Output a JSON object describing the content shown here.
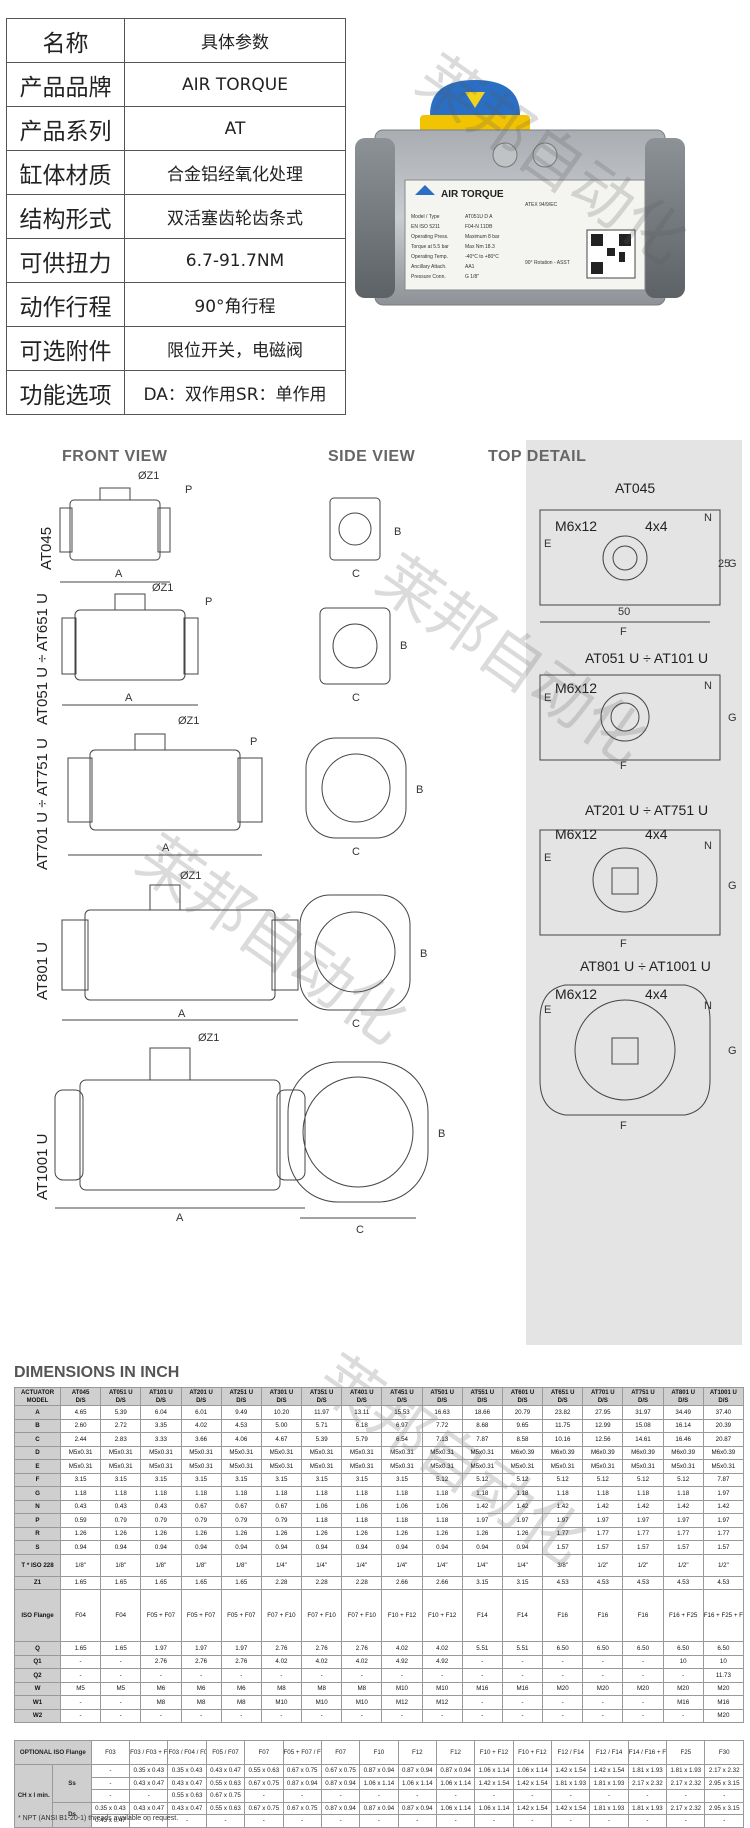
{
  "spec": {
    "rows": [
      {
        "k": "名称",
        "v": "具体参数"
      },
      {
        "k": "产品品牌",
        "v": "AIR TORQUE"
      },
      {
        "k": "产品系列",
        "v": "AT"
      },
      {
        "k": "缸体材质",
        "v": "合金铝经氧化处理"
      },
      {
        "k": "结构形式",
        "v": "双活塞齿轮齿条式"
      },
      {
        "k": "可供扭力",
        "v": "6.7-91.7NM"
      },
      {
        "k": "动作行程",
        "v": "90°角行程"
      },
      {
        "k": "可选附件",
        "v": "限位开关，电磁阀"
      },
      {
        "k": "功能选项",
        "v": "DA：双作用SR：单作用"
      }
    ]
  },
  "photo": {
    "brand": "AIR TORQUE",
    "label_lines": [
      "Model / Type",
      "EN ISO 5211",
      "Operating Press.",
      "Torque at 5.5 bar",
      "Operating Temp.",
      "Ancillary Attach.",
      "Pressure Conn."
    ],
    "label_values": [
      "AT051U D A",
      "F04-N 11DB",
      "Maximum 8 bar",
      "Max Nm 18.3",
      "-40°C to +80°C",
      "AA1",
      "G 1/8\""
    ],
    "rotation": "90° Rotation - ASST",
    "atex": "ATEX 94/9/EC"
  },
  "drawings": {
    "titles": {
      "front": "FRONT VIEW",
      "side": "SIDE VIEW",
      "top": "TOP DETAIL"
    },
    "models": [
      "AT045",
      "AT051 U ÷ AT651 U",
      "AT701 U ÷ AT751 U",
      "AT801 U",
      "AT1001 U"
    ],
    "details": [
      {
        "title": "AT045",
        "m": "M6x12",
        "x": "4x4"
      },
      {
        "title": "AT051 U ÷ AT101 U",
        "m": "M6x12",
        "x": ""
      },
      {
        "title": "AT201 U ÷ AT751 U",
        "m": "M6x12",
        "x": "4x4"
      },
      {
        "title": "AT801 U ÷ AT1001 U",
        "m": "M6x12",
        "x": "4x4"
      }
    ],
    "dims": {
      "a": "A",
      "b": "B",
      "c": "C",
      "e": "E",
      "f": "F",
      "g": "G",
      "n": "N",
      "p": "P",
      "z1": "ØZ1",
      "d25": "25",
      "d50": "50"
    }
  },
  "watermark": "莱邦自动化",
  "dimensions": {
    "title": "DIMENSIONS IN INCH",
    "header_label": "ACTUATOR MODEL",
    "models": [
      "AT045",
      "AT051 U",
      "AT101 U",
      "AT201 U",
      "AT251 U",
      "AT301 U",
      "AT351 U",
      "AT401 U",
      "AT451 U",
      "AT501 U",
      "AT551 U",
      "AT601 U",
      "AT651 U",
      "AT701 U",
      "AT751 U",
      "AT801 U",
      "AT1001 U"
    ],
    "sub": "D/S",
    "rows": [
      [
        "A",
        "4.65",
        "5.39",
        "6.04",
        "6.01",
        "9.49",
        "10.20",
        "11.97",
        "13.11",
        "15.53",
        "16.63",
        "18.66",
        "20.79",
        "23.82",
        "27.95",
        "31.97",
        "34.49",
        "37.40"
      ],
      [
        "B",
        "2.60",
        "2.72",
        "3.35",
        "4.02",
        "4.53",
        "5.00",
        "5.71",
        "6.18",
        "6.97",
        "7.72",
        "8.68",
        "9.65",
        "11.75",
        "12.99",
        "15.08",
        "16.14",
        "20.39"
      ],
      [
        "C",
        "2.44",
        "2.83",
        "3.33",
        "3.66",
        "4.06",
        "4.67",
        "5.39",
        "5.79",
        "6.54",
        "7.13",
        "7.87",
        "8.58",
        "10.16",
        "12.56",
        "14.61",
        "16.46",
        "20.87"
      ],
      [
        "D",
        "M5x0.31",
        "M5x0.31",
        "M5x0.31",
        "M5x0.31",
        "M5x0.31",
        "M5x0.31",
        "M5x0.31",
        "M5x0.31",
        "M5x0.31",
        "M5x0.31",
        "M5x0.31",
        "M6x0.39",
        "M6x0.39",
        "M6x0.39",
        "M6x0.39",
        "M6x0.39",
        "M6x0.39"
      ],
      [
        "E",
        "M5x0.31",
        "M5x0.31",
        "M5x0.31",
        "M5x0.31",
        "M5x0.31",
        "M5x0.31",
        "M5x0.31",
        "M5x0.31",
        "M5x0.31",
        "M5x0.31",
        "M5x0.31",
        "M5x0.31",
        "M5x0.31",
        "M5x0.31",
        "M5x0.31",
        "M5x0.31",
        "M5x0.31"
      ],
      [
        "F",
        "3.15",
        "3.15",
        "3.15",
        "3.15",
        "3.15",
        "3.15",
        "3.15",
        "3.15",
        "3.15",
        "5.12",
        "5.12",
        "5.12",
        "5.12",
        "5.12",
        "5.12",
        "5.12",
        "7.87"
      ],
      [
        "G",
        "1.18",
        "1.18",
        "1.18",
        "1.18",
        "1.18",
        "1.18",
        "1.18",
        "1.18",
        "1.18",
        "1.18",
        "1.18",
        "1.18",
        "1.18",
        "1.18",
        "1.18",
        "1.18",
        "1.97"
      ],
      [
        "N",
        "0.43",
        "0.43",
        "0.43",
        "0.67",
        "0.67",
        "0.67",
        "1.06",
        "1.06",
        "1.06",
        "1.06",
        "1.42",
        "1.42",
        "1.42",
        "1.42",
        "1.42",
        "1.42",
        "1.42"
      ],
      [
        "P",
        "0.59",
        "0.79",
        "0.79",
        "0.79",
        "0.79",
        "0.79",
        "1.18",
        "1.18",
        "1.18",
        "1.18",
        "1.97",
        "1.97",
        "1.97",
        "1.97",
        "1.97",
        "1.97",
        "1.97"
      ],
      [
        "R",
        "1.26",
        "1.26",
        "1.26",
        "1.26",
        "1.26",
        "1.26",
        "1.26",
        "1.26",
        "1.26",
        "1.26",
        "1.26",
        "1.26",
        "1.77",
        "1.77",
        "1.77",
        "1.77",
        "1.77"
      ],
      [
        "S",
        "0.94",
        "0.94",
        "0.94",
        "0.94",
        "0.94",
        "0.94",
        "0.94",
        "0.94",
        "0.94",
        "0.94",
        "0.94",
        "0.94",
        "1.57",
        "1.57",
        "1.57",
        "1.57",
        "1.57"
      ],
      [
        "T * ISO 228",
        "1/8\"",
        "1/8\"",
        "1/8\"",
        "1/8\"",
        "1/8\"",
        "1/4\"",
        "1/4\"",
        "1/4\"",
        "1/4\"",
        "1/4\"",
        "1/4\"",
        "1/4\"",
        "3/8\"",
        "1/2\"",
        "1/2\"",
        "1/2\"",
        "1/2\""
      ],
      [
        "Z1",
        "1.65",
        "1.65",
        "1.65",
        "1.65",
        "1.65",
        "2.28",
        "2.28",
        "2.28",
        "2.66",
        "2.66",
        "3.15",
        "3.15",
        "4.53",
        "4.53",
        "4.53",
        "4.53",
        "4.53"
      ],
      [
        "ISO Flange",
        "F04",
        "F04",
        "F05 + F07",
        "F05 + F07",
        "F05 + F07",
        "F07 + F10",
        "F07 + F10",
        "F07 + F10",
        "F10 + F12",
        "F10 + F12",
        "F14",
        "F14",
        "F16",
        "F16",
        "F16",
        "F16 + F25",
        "F16 + F25 + F30"
      ],
      [
        "Q",
        "1.65",
        "1.65",
        "1.97",
        "1.97",
        "1.97",
        "2.76",
        "2.76",
        "2.76",
        "4.02",
        "4.02",
        "5.51",
        "5.51",
        "6.50",
        "6.50",
        "6.50",
        "6.50",
        "6.50"
      ],
      [
        "Q1",
        "-",
        "-",
        "2.76",
        "2.76",
        "2.76",
        "4.02",
        "4.02",
        "4.02",
        "4.92",
        "4.92",
        "-",
        "-",
        "-",
        "-",
        "-",
        "10",
        "10"
      ],
      [
        "Q2",
        "-",
        "-",
        "-",
        "-",
        "-",
        "-",
        "-",
        "-",
        "-",
        "-",
        "-",
        "-",
        "-",
        "-",
        "-",
        "-",
        "11.73"
      ],
      [
        "W",
        "M5",
        "M5",
        "M6",
        "M6",
        "M6",
        "M8",
        "M8",
        "M8",
        "M10",
        "M10",
        "M16",
        "M16",
        "M20",
        "M20",
        "M20",
        "M20",
        "M20"
      ],
      [
        "W1",
        "-",
        "-",
        "M8",
        "M8",
        "M8",
        "M10",
        "M10",
        "M10",
        "M12",
        "M12",
        "-",
        "-",
        "-",
        "-",
        "-",
        "M16",
        "M16"
      ],
      [
        "W2",
        "-",
        "-",
        "-",
        "-",
        "-",
        "-",
        "-",
        "-",
        "-",
        "-",
        "-",
        "-",
        "-",
        "-",
        "-",
        "-",
        "M20"
      ]
    ],
    "optional": {
      "label": "OPTIONAL ISO Flange",
      "flange": [
        "F03",
        "F03 / F03 + F05 / F05",
        "F03 / F04 / F05",
        "F05 / F07",
        "F07",
        "F05 + F07 / F07 / F10",
        "F07",
        "F10",
        "F12",
        "F12",
        "F10 + F12",
        "F10 + F12",
        "F12 / F14",
        "F12 / F14",
        "F14 / F16 + F25",
        "F25",
        "F30"
      ],
      "ch_label": "CH x l min.",
      "ss_label": "Ss",
      "ds_label": "Ds",
      "ss": [
        [
          "-",
          "0.35 x 0.43",
          "0.35 x 0.43",
          "0.43 x 0.47",
          "0.55 x 0.63",
          "0.67 x 0.75",
          "0.67 x 0.75",
          "0.87 x 0.94",
          "0.87 x 0.94",
          "0.87 x 0.94",
          "1.06 x 1.14",
          "1.06 x 1.14",
          "1.42 x 1.54",
          "1.42 x 1.54",
          "1.81 x 1.93",
          "1.81 x 1.93",
          "2.17 x 2.32"
        ],
        [
          "-",
          "0.43 x 0.47",
          "0.43 x 0.47",
          "0.55 x 0.63",
          "0.67 x 0.75",
          "0.87 x 0.94",
          "0.87 x 0.94",
          "1.06 x 1.14",
          "1.06 x 1.14",
          "1.06 x 1.14",
          "1.42 x 1.54",
          "1.42 x 1.54",
          "1.81 x 1.93",
          "1.81 x 1.93",
          "2.17 x 2.32",
          "2.17 x 2.32",
          "2.95 x 3.15"
        ],
        [
          "-",
          "-",
          "0.55 x 0.63",
          "0.67 x 0.75",
          "-",
          "-",
          "-",
          "-",
          "-",
          "-",
          "-",
          "-",
          "-",
          "-",
          "-",
          "-",
          "-"
        ]
      ],
      "ds": [
        [
          "0.35 x 0.43",
          "0.43 x 0.47",
          "0.43 x 0.47",
          "0.55 x 0.63",
          "0.67 x 0.75",
          "0.67 x 0.75",
          "0.87 x 0.94",
          "0.87 x 0.94",
          "0.87 x 0.94",
          "1.06 x 1.14",
          "1.06 x 1.14",
          "1.42 x 1.54",
          "1.42 x 1.54",
          "1.81 x 1.93",
          "1.81 x 1.93",
          "2.17 x 2.32",
          "2.95 x 3.15"
        ],
        [
          "0.43 x 0.47",
          "-",
          "-",
          "-",
          "-",
          "-",
          "-",
          "-",
          "-",
          "-",
          "-",
          "-",
          "-",
          "-",
          "-",
          "-",
          "-"
        ]
      ]
    },
    "footnote": "* NPT (ANSI B1-20-1) threads available on request."
  }
}
